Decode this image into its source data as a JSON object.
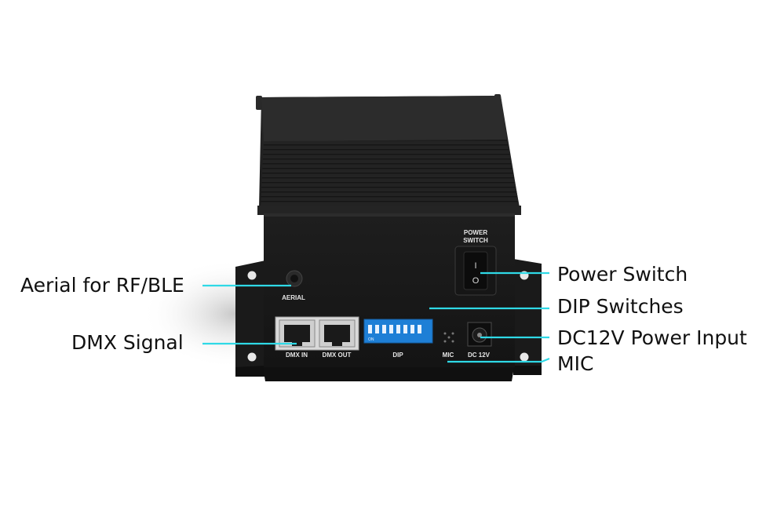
{
  "callouts": {
    "aerial": "Aerial for RF/BLE",
    "dmx_signal": "DMX Signal",
    "power_switch": "Power Switch",
    "dip_switches": "DIP Switches",
    "dc_input": "DC12V Power Input",
    "mic": "MIC"
  },
  "panel": {
    "power_switch_line1": "POWER",
    "power_switch_line2": "SWITCH",
    "switch_on_mark": "I",
    "switch_off_mark": "O",
    "aerial": "AERIAL",
    "dmx_in": "DMX IN",
    "dmx_out": "DMX OUT",
    "dip": "DIP",
    "dip_on": "ON",
    "mic": "MIC",
    "dc": "DC 12V"
  },
  "colors": {
    "leader_line": "#2fd9e6",
    "enclosure": "#1c1c1c",
    "dip_switch": "#1e7fd6"
  }
}
